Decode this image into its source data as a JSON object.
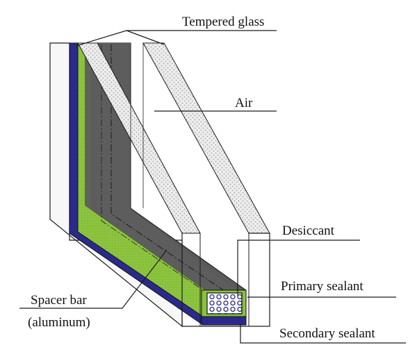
{
  "labels": {
    "tempered_glass": "Tempered glass",
    "air": "Air",
    "desiccant": "Desiccant",
    "primary_sealant": "Primary sealant",
    "secondary_sealant": "Secondary sealant",
    "spacer_bar_line1": "Spacer bar",
    "spacer_bar_line2": "(aluminum)"
  },
  "colors": {
    "secondary_sealant": "#2b2a8c",
    "primary_sealant": "#8cc43f",
    "spacer_bar": "#5a5a5a",
    "glass_fill": "#e9e9e9",
    "outline": "#1a1a1a"
  }
}
